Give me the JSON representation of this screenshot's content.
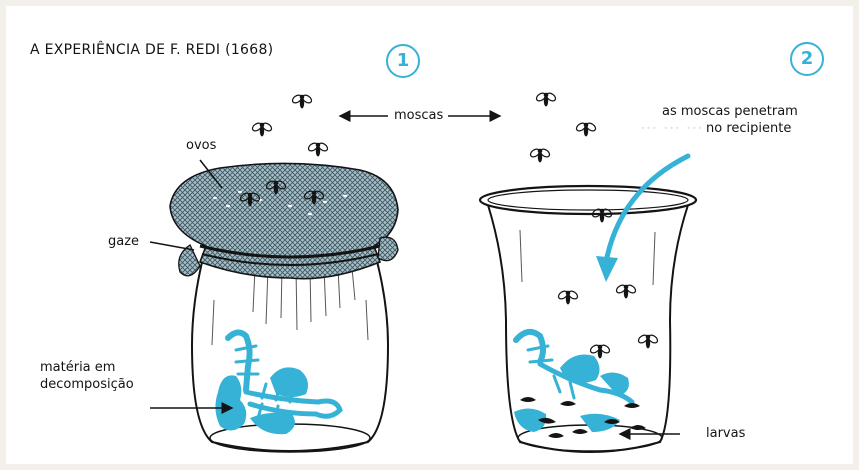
{
  "title": "A EXPERIÊNCIA DE F. REDI (1668)",
  "panels": [
    {
      "number": "1"
    },
    {
      "number": "2"
    }
  ],
  "labels": {
    "moscas": "moscas",
    "ovos": "ovos",
    "gaze": "gaze",
    "materia_line1": "matéria em",
    "materia_line2": "decomposição",
    "penetram_line1": "as moscas penetram",
    "penetram_line2": "no recipiente",
    "larvas": "larvas"
  },
  "colors": {
    "accent": "#36b2d6",
    "ink": "#141414",
    "gauze": "#9fb8c3"
  }
}
